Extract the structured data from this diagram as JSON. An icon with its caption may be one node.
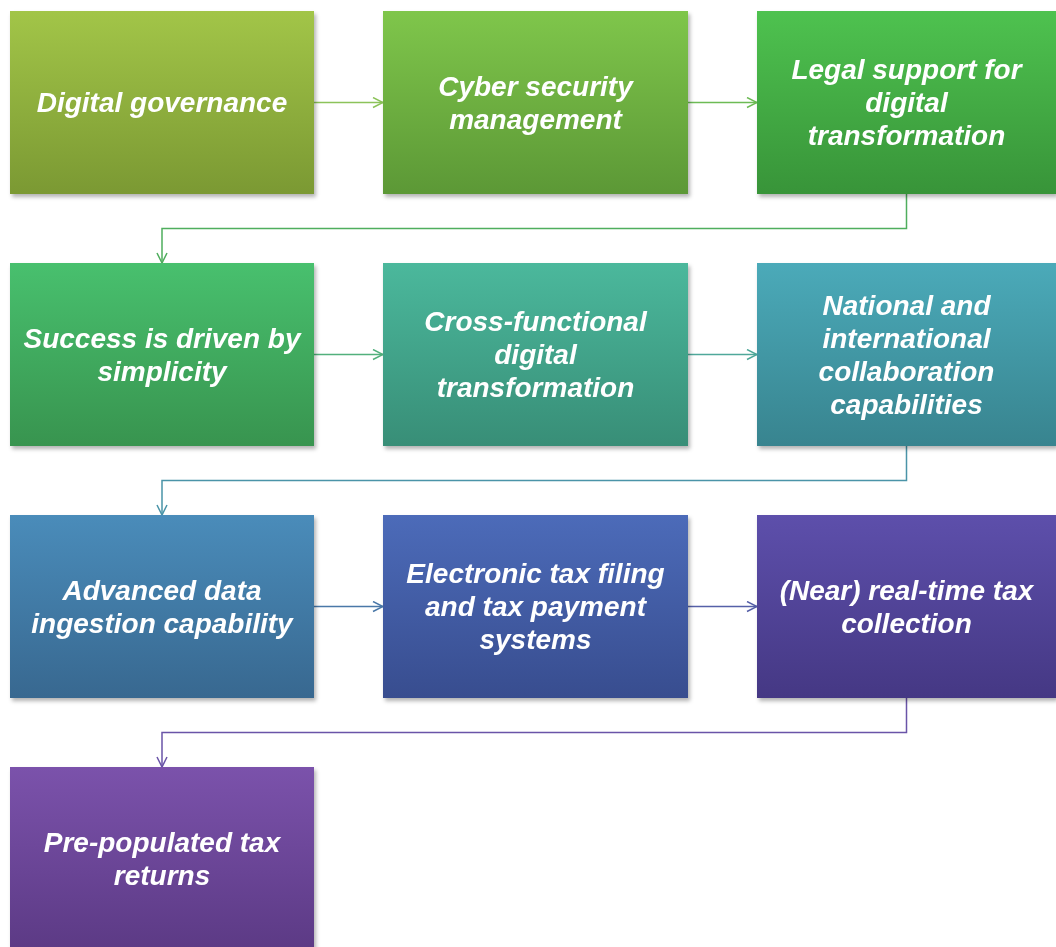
{
  "diagram": {
    "nodes": [
      {
        "text": [
          "Digital governance"
        ]
      },
      {
        "text": [
          "Cyber security management"
        ]
      },
      {
        "text": [
          "Legal support for digital transformation"
        ]
      },
      {
        "text": [
          "Success is driven by simplicity"
        ]
      },
      {
        "text": [
          "Cross-functional digital transformation"
        ]
      },
      {
        "text": [
          "National and international collaboration capabilities"
        ]
      },
      {
        "text": [
          "Advanced data ingestion capability"
        ]
      },
      {
        "text": [
          "Electronic tax filing and tax payment systems"
        ]
      },
      {
        "text": [
          "(Near) real-time tax collection"
        ]
      },
      {
        "text": [
          "Pre-populated tax returns"
        ]
      }
    ],
    "edges": [
      {
        "from": 0,
        "to": 1,
        "arrow": "to",
        "color": "#8cc35a"
      },
      {
        "from": 1,
        "to": 2,
        "arrow": "to",
        "color": "#6dbb55"
      },
      {
        "from": 2,
        "to": 3,
        "arrow": "to",
        "color": "#4fae5e"
      },
      {
        "from": 3,
        "to": 4,
        "arrow": "to",
        "color": "#52b07c"
      },
      {
        "from": 4,
        "to": 5,
        "arrow": "to",
        "color": "#4fa89a"
      },
      {
        "from": 5,
        "to": 6,
        "arrow": "to",
        "color": "#4a94a8"
      },
      {
        "from": 6,
        "to": 7,
        "arrow": "to",
        "color": "#4a78a8"
      },
      {
        "from": 7,
        "to": 8,
        "arrow": "to",
        "color": "#5660a8"
      },
      {
        "from": 8,
        "to": 9,
        "arrow": "to",
        "color": "#6a54a8"
      }
    ]
  }
}
